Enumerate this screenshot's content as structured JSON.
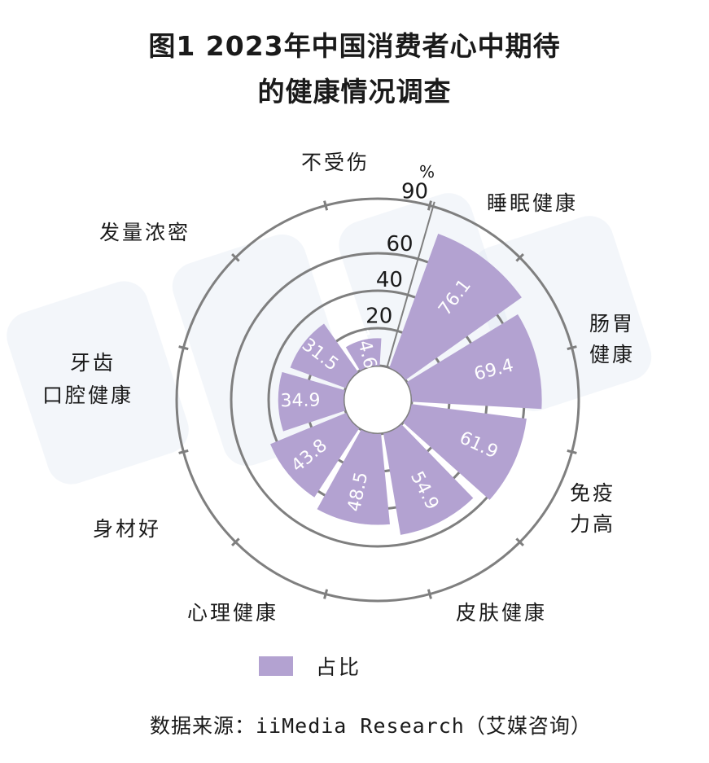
{
  "title_line1": "图1 2023年中国消费者心中期待",
  "title_line2": "的健康情况调查",
  "unit": "%",
  "legend_label": "占比",
  "source": "数据来源：iiMedia Research（艾媒咨询）",
  "colors": {
    "bar": "#b3a2d1",
    "ring": "#7f7f7f",
    "bar_text": "#ffffff",
    "watermark": "#dce6f0"
  },
  "labels": {
    "sleep": "睡眠健康",
    "gut_l1": "肠胃",
    "gut_l2": "健康",
    "immune_l1": "免疫",
    "immune_l2": "力高",
    "skin": "皮肤健康",
    "mental": "心理健康",
    "body": "身材好",
    "teeth_l1": "牙齿",
    "teeth_l2": "口腔健康",
    "hair": "发量浓密",
    "injury": "不受伤"
  },
  "chart_data": {
    "type": "bar",
    "subtype": "polar",
    "title": "图1 2023年中国消费者心中期待的健康情况调查",
    "categories": [
      "睡眠健康",
      "肠胃健康",
      "免疫力高",
      "皮肤健康",
      "心理健康",
      "身材好",
      "牙齿口腔健康",
      "发量浓密",
      "不受伤"
    ],
    "series": [
      {
        "name": "占比",
        "values": [
          76.1,
          69.4,
          61.9,
          54.9,
          48.5,
          43.8,
          34.9,
          31.5,
          14.6
        ]
      }
    ],
    "ylim": [
      0,
      90
    ],
    "radial_ticks": [
      20,
      40,
      60,
      90
    ],
    "unit": "%",
    "legend": "bottom",
    "grid": true
  }
}
